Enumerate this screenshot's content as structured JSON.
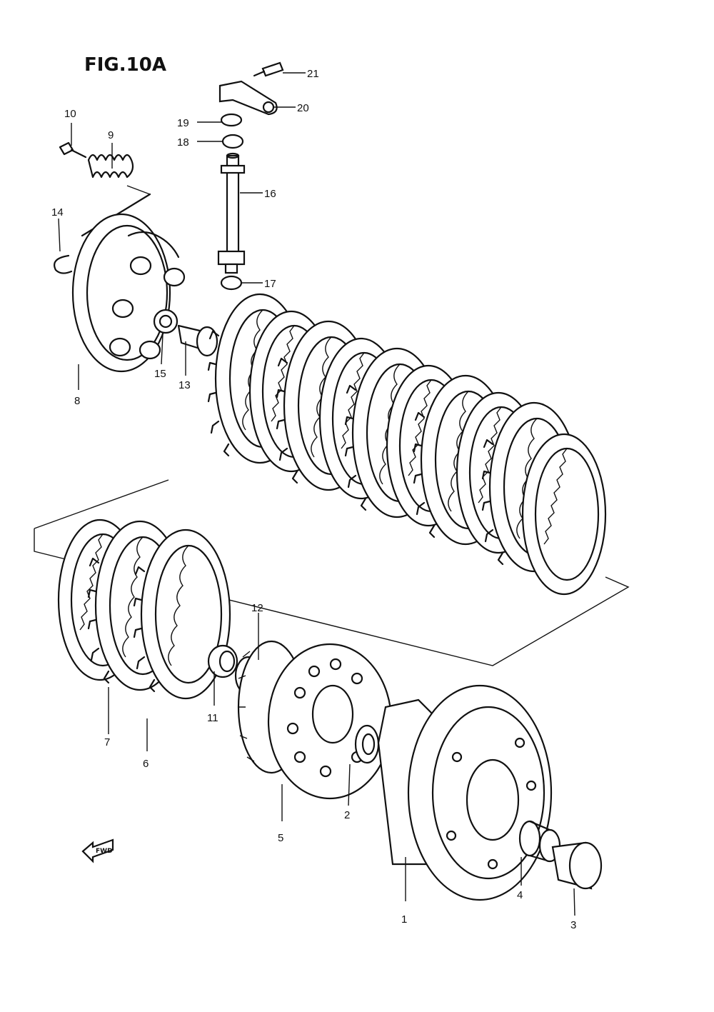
{
  "figure": {
    "title": "FIG.10A"
  },
  "direction_marker": {
    "label": "FWD",
    "icon": "forward-arrow-icon"
  },
  "callouts": [
    {
      "id": "1",
      "label": "1"
    },
    {
      "id": "2",
      "label": "2"
    },
    {
      "id": "3",
      "label": "3"
    },
    {
      "id": "4",
      "label": "4"
    },
    {
      "id": "5",
      "label": "5"
    },
    {
      "id": "6",
      "label": "6"
    },
    {
      "id": "7",
      "label": "7"
    },
    {
      "id": "8",
      "label": "8"
    },
    {
      "id": "9",
      "label": "9"
    },
    {
      "id": "10",
      "label": "10"
    },
    {
      "id": "11",
      "label": "11"
    },
    {
      "id": "12",
      "label": "12"
    },
    {
      "id": "13",
      "label": "13"
    },
    {
      "id": "14",
      "label": "14"
    },
    {
      "id": "15",
      "label": "15"
    },
    {
      "id": "16",
      "label": "16"
    },
    {
      "id": "17",
      "label": "17"
    },
    {
      "id": "18",
      "label": "18"
    },
    {
      "id": "19",
      "label": "19"
    },
    {
      "id": "20",
      "label": "20"
    },
    {
      "id": "21",
      "label": "21"
    }
  ]
}
